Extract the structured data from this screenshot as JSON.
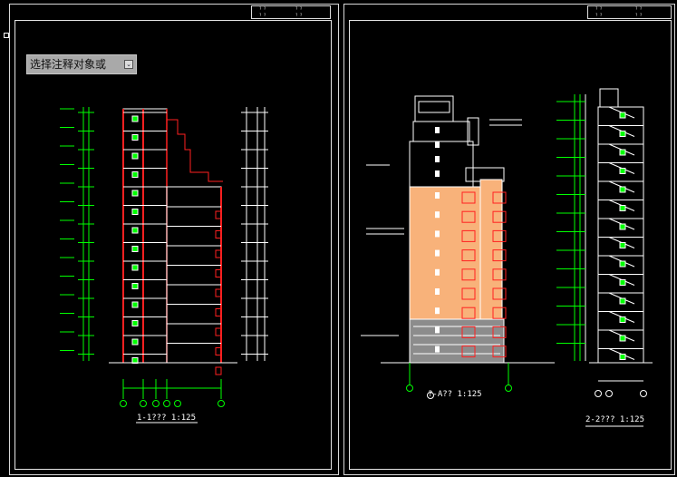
{
  "prompt": {
    "text": "选择注释对象或",
    "arrow": "⌄"
  },
  "drawings": [
    {
      "caption": "1-1??? 1:125",
      "scale": "1:125",
      "title": "1-1???"
    },
    {
      "caption": "?-A?? 1:125",
      "scale": "1:125",
      "title": "?-A??"
    },
    {
      "caption": "2-2??? 1:125",
      "scale": "1:125",
      "title": "2-2???"
    }
  ],
  "title_blocks": [
    {
      "cells": [
        "? ?",
        "? ?",
        "? ?",
        "? ?"
      ]
    },
    {
      "cells": [
        "? ?",
        "? ?",
        "? ?",
        "? ?"
      ]
    }
  ],
  "colors": {
    "background": "#000000",
    "linework": "#ffffff",
    "dimension": "#00ff00",
    "section_cut": "#ff2020",
    "facade_fill": "#f8b27a",
    "base_fill": "#8c8c8c"
  }
}
